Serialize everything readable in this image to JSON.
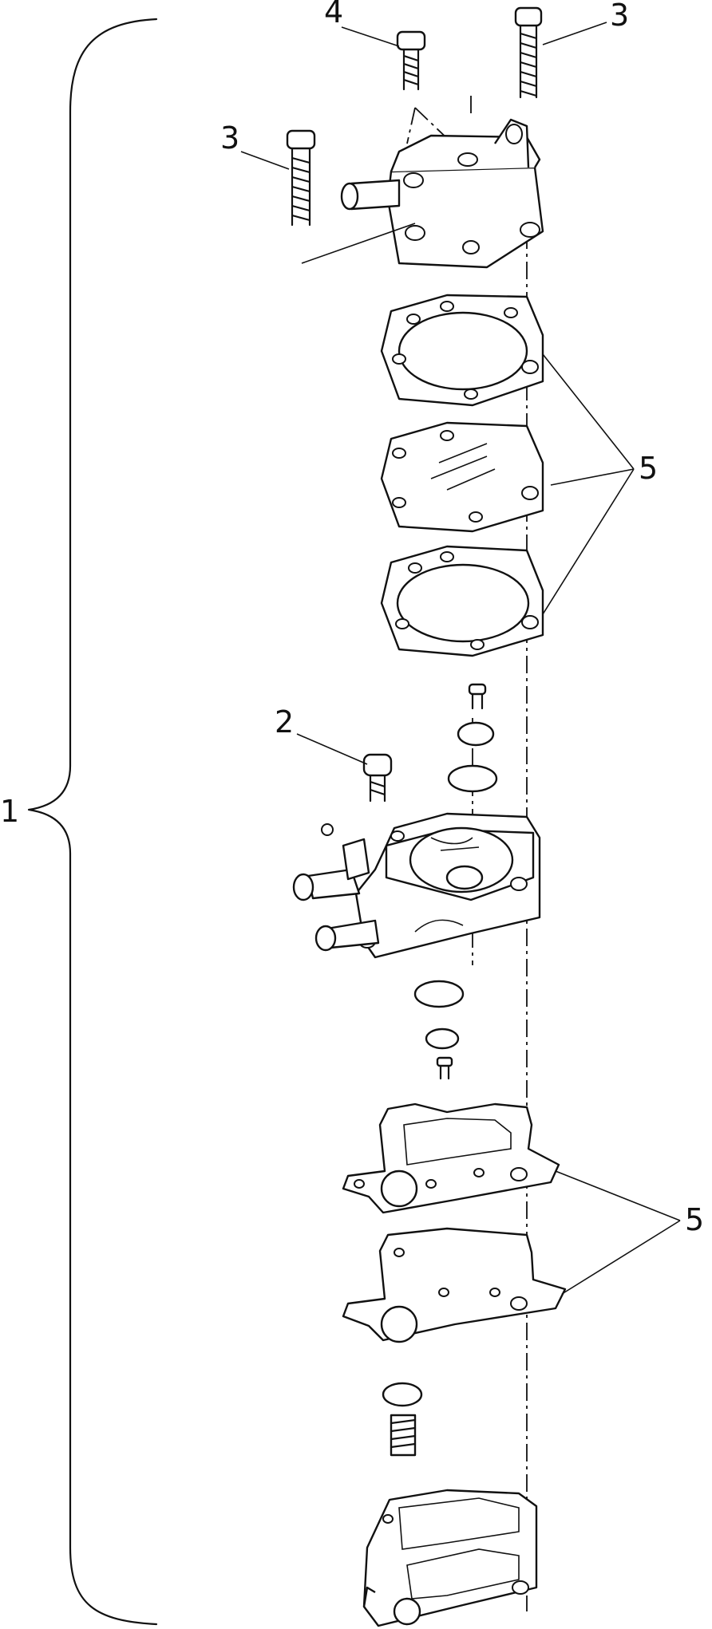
{
  "callouts": {
    "assembly": "1",
    "screw_small": "2",
    "screw_long_left": "3",
    "screw_long_right": "3",
    "screw_short": "4",
    "diaphragm_set_upper": "5",
    "gasket_set_lower": "5"
  }
}
